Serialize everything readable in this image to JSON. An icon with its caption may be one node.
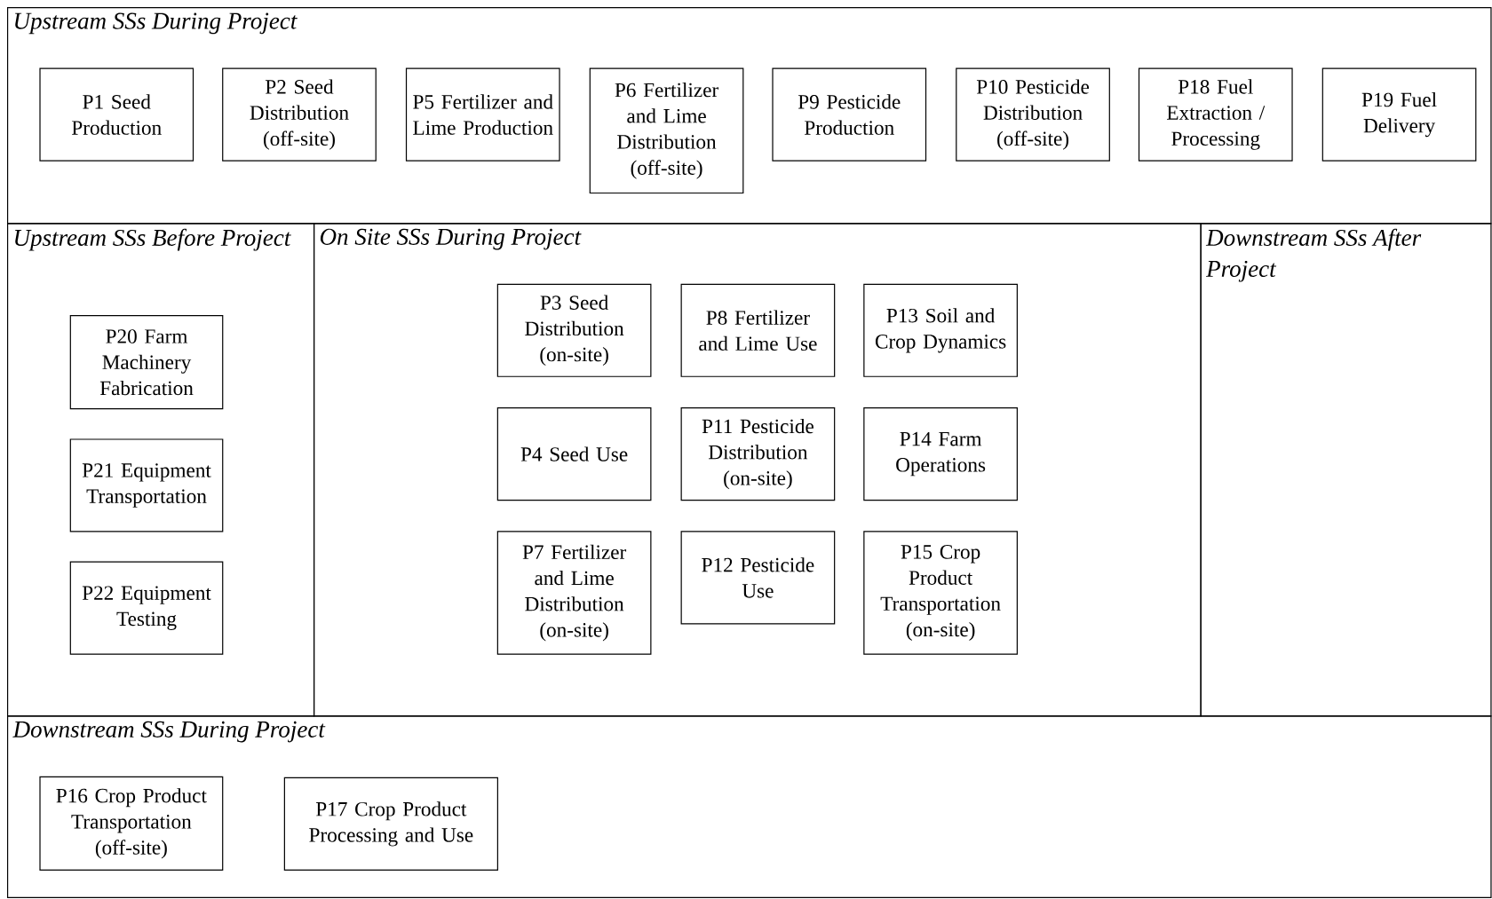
{
  "diagram": {
    "nodes": [
      {
        "text": [
          "Upstream SSs During Project"
        ]
      },
      {
        "text": [
          "P1 Seed Production"
        ],
        "in": 0
      },
      {
        "text": [
          "P2 Seed Distribution (off-site)"
        ],
        "in": 0
      },
      {
        "text": [
          "P5 Fertilizer and Lime Production"
        ],
        "in": 0
      },
      {
        "text": [
          "P6 Fertilizer and Lime Distribution (off-site)"
        ],
        "in": 0
      },
      {
        "text": [
          "P9 Pesticide Production"
        ],
        "in": 0
      },
      {
        "text": [
          "P10 Pesticide Distribution (off-site)"
        ],
        "in": 0
      },
      {
        "text": [
          "P18 Fuel Extraction / Processing"
        ],
        "in": 0
      },
      {
        "text": [
          "P19 Fuel Delivery"
        ],
        "in": 0
      },
      {
        "text": [
          "Upstream SSs Before Project"
        ]
      },
      {
        "text": [
          "P20 Farm Machinery Fabrication"
        ],
        "in": 9
      },
      {
        "text": [
          "P21 Equipment Transportation"
        ],
        "in": 9
      },
      {
        "text": [
          "P22 Equipment Testing"
        ],
        "in": 9
      },
      {
        "text": [
          "On Site SSs During Project"
        ]
      },
      {
        "text": [
          "P3 Seed Distribution (on-site)"
        ],
        "in": 13
      },
      {
        "text": [
          "P8 Fertilizer and Lime Use"
        ],
        "in": 13
      },
      {
        "text": [
          "P13 Soil and Crop Dynamics"
        ],
        "in": 13
      },
      {
        "text": [
          "P4 Seed Use"
        ],
        "in": 13
      },
      {
        "text": [
          "P11 Pesticide Distribution (on-site)"
        ],
        "in": 13
      },
      {
        "text": [
          "P14 Farm Operations"
        ],
        "in": 13
      },
      {
        "text": [
          "P7 Fertilizer and Lime Distribution (on-site)"
        ],
        "in": 13
      },
      {
        "text": [
          "P12 Pesticide Use"
        ],
        "in": 13
      },
      {
        "text": [
          "P15 Crop Product Transportation (on-site)"
        ],
        "in": 13
      },
      {
        "text": [
          "Downstream SSs After Project"
        ]
      },
      {
        "text": [
          "Downstream SSs During Project"
        ]
      },
      {
        "text": [
          "P16 Crop Product Transportation (off-site)"
        ],
        "in": 24
      },
      {
        "text": [
          "P17 Crop Product Processing and Use"
        ],
        "in": 24
      }
    ],
    "edges": []
  }
}
